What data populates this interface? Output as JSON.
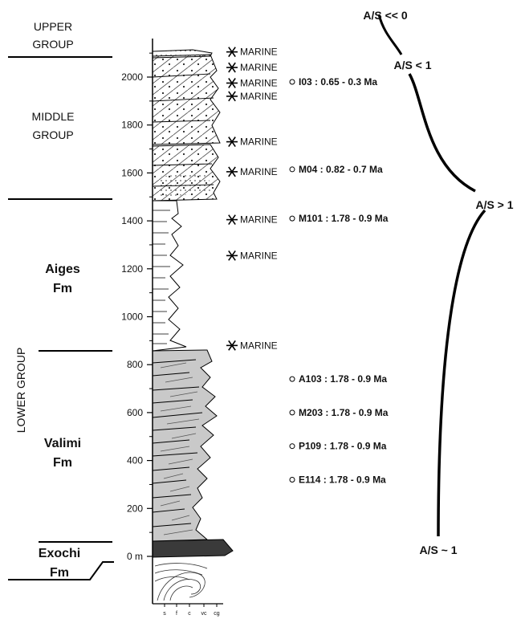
{
  "groups": {
    "upper": [
      "UPPER",
      "GROUP"
    ],
    "middle": [
      "MIDDLE",
      "GROUP"
    ],
    "lower": "LOWER GROUP"
  },
  "formations": {
    "aiges": [
      "Aiges",
      "Fm"
    ],
    "valimi": [
      "Valimi",
      "Fm"
    ],
    "exochi": [
      "Exochi",
      "Fm"
    ]
  },
  "depth_ticks": [
    {
      "value": 0,
      "label": "0 m"
    },
    {
      "value": 200,
      "label": "200"
    },
    {
      "value": 400,
      "label": "400"
    },
    {
      "value": 600,
      "label": "600"
    },
    {
      "value": 800,
      "label": "800"
    },
    {
      "value": 1000,
      "label": "1000"
    },
    {
      "value": 1200,
      "label": "1200"
    },
    {
      "value": 1400,
      "label": "1400"
    },
    {
      "value": 1600,
      "label": "1600"
    },
    {
      "value": 1800,
      "label": "1800"
    },
    {
      "value": 2000,
      "label": "2000"
    }
  ],
  "grain_size_labels": [
    "s",
    "f",
    "c",
    "vc",
    "cg"
  ],
  "marine_label": "MARINE",
  "marine_levels_m": [
    2105,
    2040,
    1975,
    1920,
    1730,
    1605,
    1405,
    1255,
    880
  ],
  "samples": [
    {
      "label": "I03 : 0.65 - 0.3 Ma",
      "level_m": 1980
    },
    {
      "label": "M04 : 0.82 - 0.7 Ma",
      "level_m": 1615
    },
    {
      "label": "M101 : 1.78 - 0.9 Ma",
      "level_m": 1410
    },
    {
      "label": "A103 : 1.78 - 0.9 Ma",
      "level_m": 740
    },
    {
      "label": "M203 : 1.78 - 0.9 Ma",
      "level_m": 600
    },
    {
      "label": "P109 : 1.78 - 0.9 Ma",
      "level_m": 460
    },
    {
      "label": "E114 : 1.78 - 0.9 Ma",
      "level_m": 320
    }
  ],
  "accommodation_labels": [
    "A/S << 0",
    "A/S < 1",
    "A/S > 1",
    "A/S ~ 1"
  ]
}
